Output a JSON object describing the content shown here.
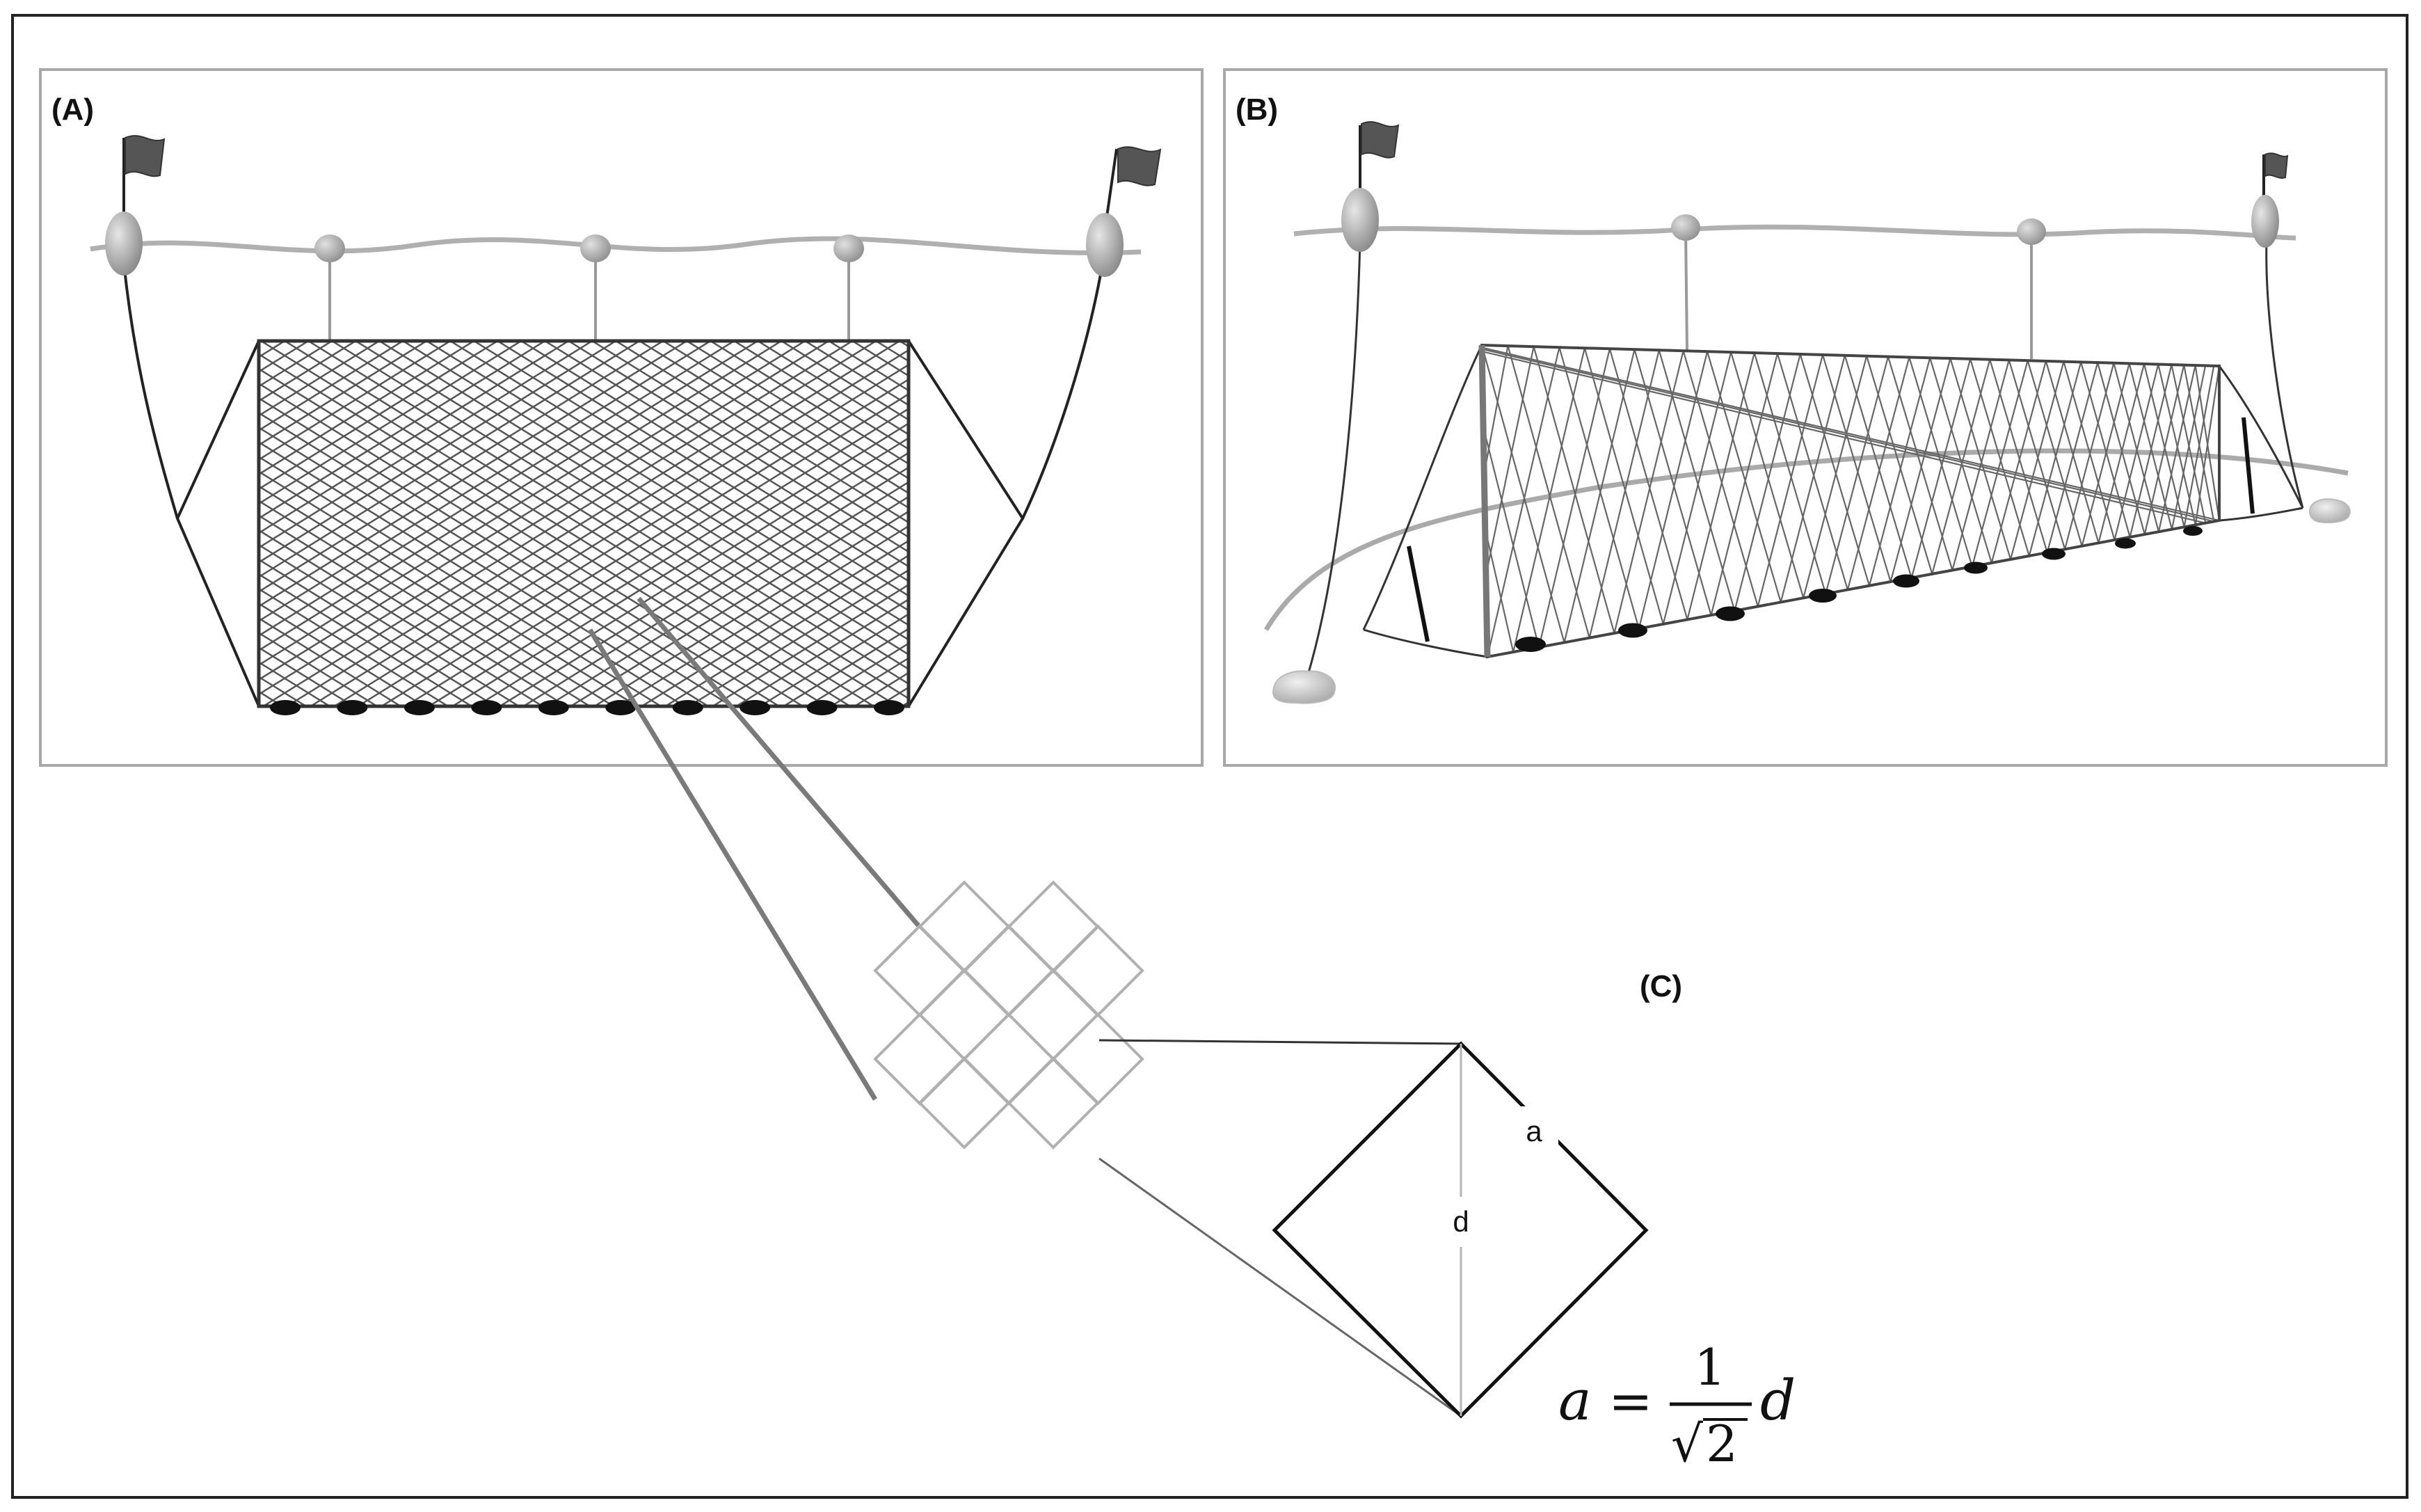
{
  "panels": {
    "a": {
      "label": "(A)"
    },
    "b": {
      "label": "(B)"
    },
    "c": {
      "label": "(C)"
    }
  },
  "mesh_labels": {
    "side": "a",
    "diagonal": "d"
  },
  "formula": {
    "lhs": "a",
    "equals": "=",
    "numerator": "1",
    "radical": "√",
    "radicand": "2",
    "variable": "d"
  },
  "colors": {
    "frame": "#222222",
    "panel_border": "#a8a8a8",
    "net_line": "#444444",
    "float_line": "#b0b0b0",
    "buoy": "#9a9a9a",
    "flag": "#555555",
    "weight": "#111111",
    "mesh_light": "#b0b0b0",
    "mesh_dark": "#111111",
    "leader": "#7a7a7a"
  },
  "icons": {
    "buoy": "buoy-icon",
    "flag": "flag-icon",
    "float": "float-icon",
    "lead-weight": "lead-weight-icon",
    "anchor-stone": "anchor-stone-icon"
  }
}
